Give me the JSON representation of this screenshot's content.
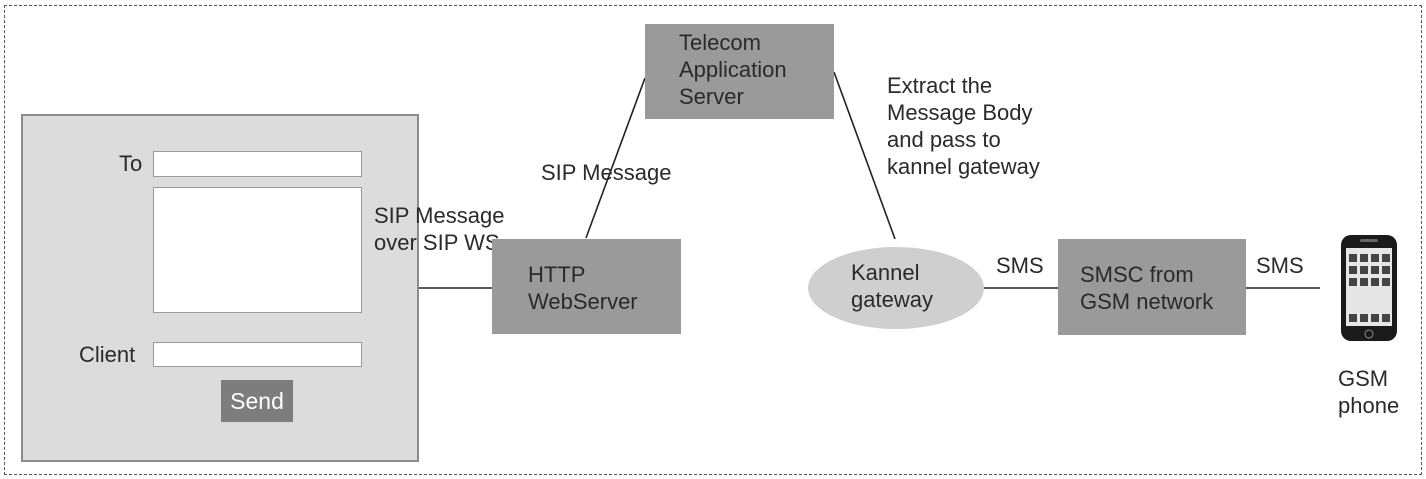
{
  "client_form": {
    "to_label": "To",
    "client_label": "Client",
    "send_label": "Send"
  },
  "labels": {
    "sip_ws": "SIP Message\nover SIP WS",
    "sip_message": "SIP Message",
    "extract": "Extract the\nMessage Body\nand pass to\nkannel gateway",
    "sms_left": "SMS",
    "sms_right": "SMS"
  },
  "nodes": {
    "http_server": "HTTP\nWebServer",
    "telecom_server": "Telecom\nApplication\nServer",
    "kannel": "Kannel\ngateway",
    "smsc": "SMSC from\nGSM network",
    "phone": "GSM\nphone"
  },
  "colors": {
    "box_fill": "#9a9a9a",
    "oval_fill": "#cfcfcf",
    "panel_fill": "#dcdcdc",
    "button_fill": "#7d7d7d"
  }
}
